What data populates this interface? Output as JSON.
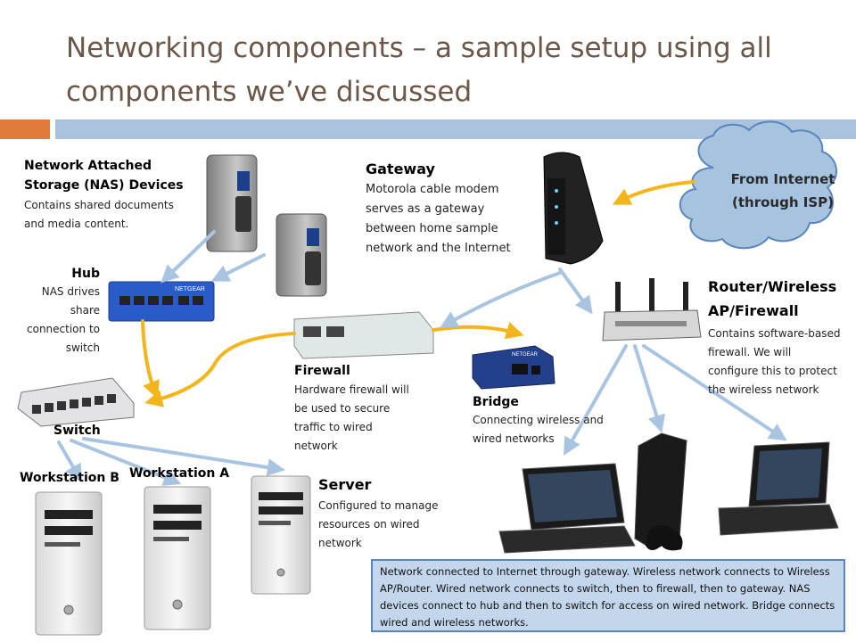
{
  "slide": {
    "title": "Networking components – a sample setup using all components we’ve discussed"
  },
  "labels": {
    "nas_title": "Network Attached Storage (NAS) Devices",
    "nas_desc": "Contains shared documents and media content.",
    "gateway_title": "Gateway",
    "gateway_desc": "Motorola cable modem serves as a gateway between home sample network and the Internet",
    "cloud": "From Internet (through ISP)",
    "hub_title": "Hub",
    "hub_desc": "NAS drives share connection to switch",
    "router_title": "Router/Wireless AP/Firewall",
    "router_desc": "Contains software-based firewall. We will configure this to protect the wireless network",
    "firewall_title": "Firewall",
    "firewall_desc": "Hardware firewall will be used to secure traffic to wired network",
    "bridge_title": "Bridge",
    "bridge_desc": "Connecting wireless and wired networks",
    "switch_title": "Switch",
    "workstation_b": "Workstation B",
    "workstation_a": "Workstation A",
    "server_title": "Server",
    "server_desc": "Configured to manage resources on wired network",
    "netgear_brand": "NETGEAR"
  },
  "note": {
    "text": "Network connected to Internet through gateway. Wireless network connects to Wireless AP/Router. Wired network connects to switch, then to firewall, then to gateway. NAS devices connect to hub and then to switch for access on wired network.  Bridge connects wired and wireless networks."
  },
  "colors": {
    "accent_orange": "#e07b3c",
    "accent_blue": "#a9c2de",
    "title_color": "#6b5647",
    "wired_arrow": "#f2b51c",
    "wireless_arrow": "#a9c4e0",
    "cloud_fill": "#a6c3e0"
  }
}
